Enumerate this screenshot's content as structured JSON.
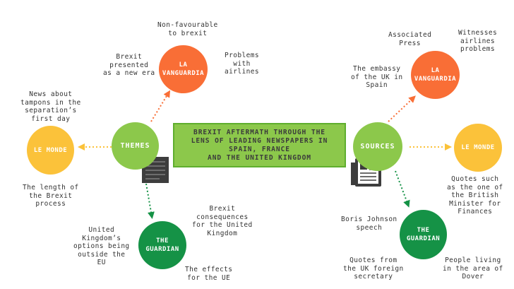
{
  "title": "BREXIT AFTERMATH THROUGH THE\nLENS OF LEADING NEWSPAPERS IN\nSPAIN, FRANCE\nAND THE UNITED KINGDOM",
  "themes": {
    "label": "THEMES",
    "la_vanguardia": {
      "label": "LA\nVANGUARDIA",
      "notes": [
        "Non-favourable\nto brexit",
        "Brexit\npresented\nas a new era",
        "Problems\nwith\nairlines"
      ]
    },
    "le_monde": {
      "label": "LE MONDE",
      "notes": [
        "News about\ntampons in the\nseparation’s\nfirst day",
        "The length of\nthe Brexit\nprocess"
      ]
    },
    "the_guardian": {
      "label": "THE\nGUARDIAN",
      "notes": [
        "Brexit\nconsequences\nfor the United\nKingdom",
        "United\nKingdom’s\noptions being\noutside the\nEU",
        "The effects\nfor the UE"
      ]
    }
  },
  "sources": {
    "label": "SOURCES",
    "la_vanguardia": {
      "label": "LA\nVANGUARDIA",
      "notes": [
        "Associated\nPress",
        "Witnesses\nairlines\nproblems",
        "The embassy\nof the UK in\nSpain"
      ]
    },
    "le_monde": {
      "label": "LE MONDE",
      "notes": [
        "Quotes such\nas the one of\nthe British\nMinister for\nFinances"
      ]
    },
    "the_guardian": {
      "label": "THE\nGUARDIAN",
      "notes": [
        "Boris Johnson\nspeech",
        "Quotes from\nthe UK foreign\nsecretary",
        "People living\nin the area of\nDover"
      ]
    }
  },
  "colors": {
    "orange": "#f96e36",
    "yellow": "#fbc23a",
    "light_green": "#8cc84b",
    "dark_green": "#159246"
  },
  "icons": [
    "notepad-icon",
    "newspaper-icon"
  ]
}
